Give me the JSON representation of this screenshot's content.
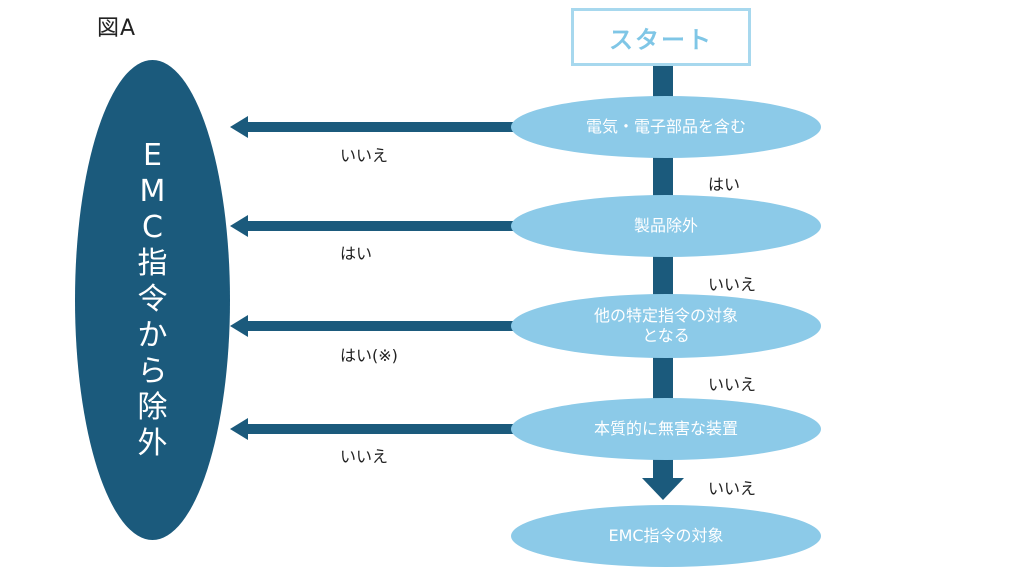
{
  "figure_label": "図A",
  "start": "スタート",
  "nodes": {
    "q1": "電気・電子部品を含む",
    "q2": "製品除外",
    "q3_line1": "他の特定指令の対象",
    "q3_line2": "となる",
    "q4": "本質的に無害な装置",
    "result": "EMC指令の対象"
  },
  "exclude_text": "EMC指令から除外",
  "edge_labels": {
    "q1_left": "いいえ",
    "q1_down": "はい",
    "q2_left": "はい",
    "q2_down": "いいえ",
    "q3_left": "はい(※)",
    "q3_down": "いいえ",
    "q4_left": "いいえ",
    "q4_down": "いいえ"
  },
  "colors": {
    "dark": "#1b5a7c",
    "light": "#8ccae8",
    "start_border": "#a7d8ee"
  }
}
